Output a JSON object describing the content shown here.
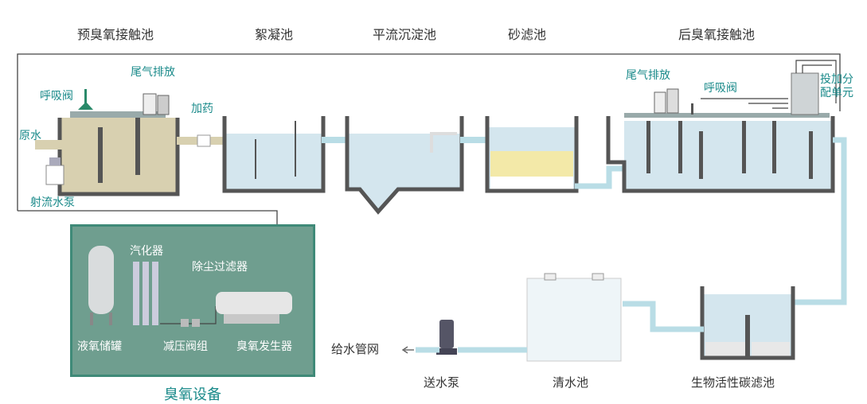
{
  "stages": {
    "pre_ozone": "预臭氧接触池",
    "flocculation": "絮凝池",
    "sedimentation": "平流沉淀池",
    "sand_filter": "砂滤池",
    "post_ozone": "后臭氧接触池"
  },
  "labels": {
    "breather_valve_left": "呼吸阀",
    "exhaust_left": "尾气排放",
    "raw_water": "原水",
    "dosing": "加药",
    "jet_pump": "射流水泵",
    "exhaust_right": "尾气排放",
    "breather_valve_right": "呼吸阀",
    "dosing_unit": "投加分配单元",
    "water_network": "给水管网",
    "supply_pump": "送水泵",
    "clear_water_tank": "清水池",
    "bac_filter": "生物活性碳滤池"
  },
  "ozone_equipment": {
    "title": "臭氧设备",
    "lox_tank": "液氧储罐",
    "vaporizer": "汽化器",
    "dust_filter": "除尘过滤器",
    "pressure_valve": "减压阀组",
    "generator": "臭氧发生器"
  },
  "colors": {
    "accent": "#1a8a8a",
    "tank_wall": "#555555",
    "water": "#d4e6ee",
    "pretreat_water": "#d8d0b0",
    "ozone_panel": "#6f9e8f",
    "pipe": "#b9dde6"
  }
}
